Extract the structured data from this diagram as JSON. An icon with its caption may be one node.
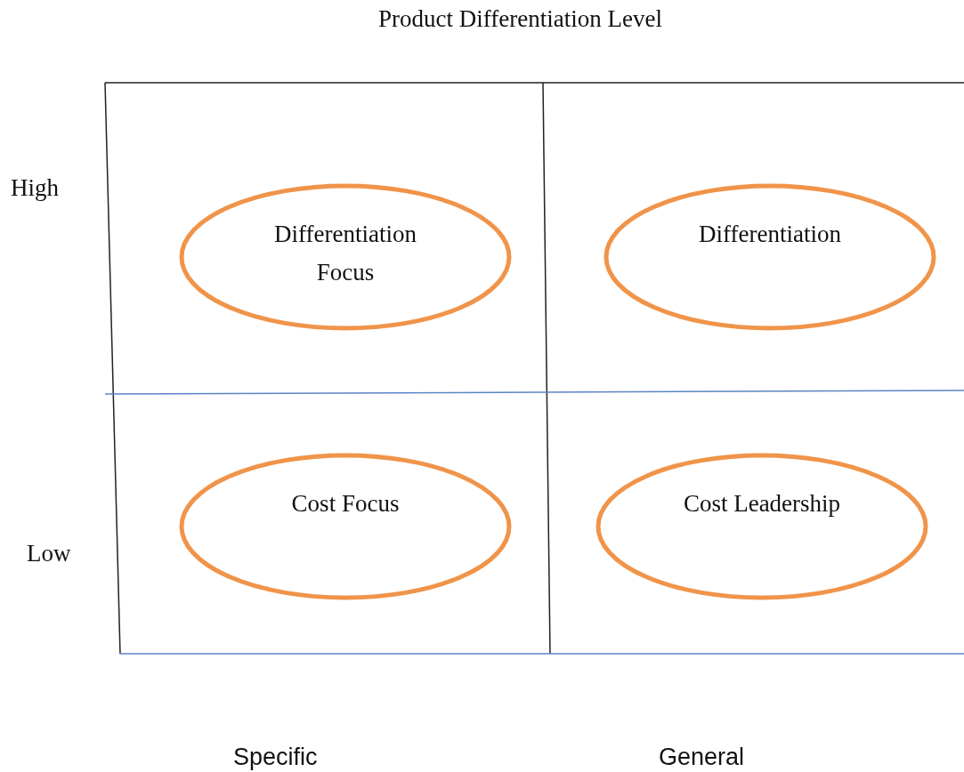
{
  "diagram": {
    "title": "Product Differentiation Level",
    "nodes": [
      {
        "text": [
          "Differentiation Focus"
        ]
      },
      {
        "text": [
          "Differentiation"
        ]
      },
      {
        "text": [
          "Cost Focus"
        ]
      },
      {
        "text": [
          "Cost Leadership"
        ]
      }
    ],
    "labels": [
      "High",
      "Low",
      "Specific",
      "General"
    ]
  }
}
